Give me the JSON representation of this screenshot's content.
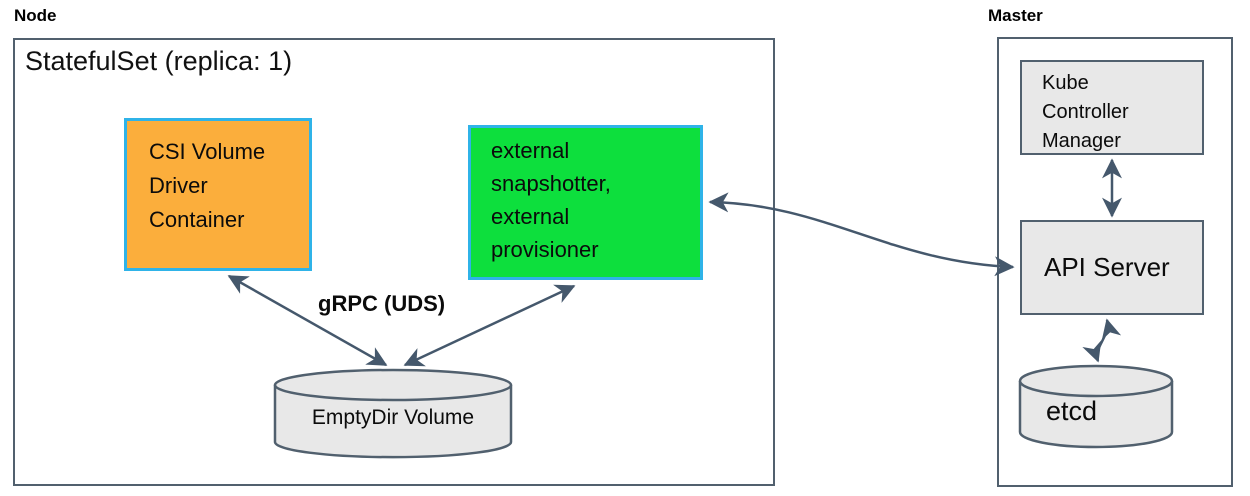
{
  "node": {
    "label": "Node",
    "statefulset_label": "StatefulSet (replica: 1)",
    "csi_driver_label": "CSI Volume Driver Container",
    "sidecar_label": "external snapshotter, external provisioner",
    "grpc_label": "gRPC (UDS)",
    "emptydir_label": "EmptyDir Volume"
  },
  "master": {
    "label": "Master",
    "kube_controller_manager_label": "Kube Controller Manager",
    "api_server_label": "API Server",
    "etcd_label": "etcd"
  },
  "colors": {
    "box_border": "#51606e",
    "arrow": "#45586c",
    "csi_fill": "#fbae3c",
    "sidecar_fill": "#0ddf3d",
    "highlight_border": "#2fb3e8",
    "gray_fill": "#e8e8e8"
  }
}
